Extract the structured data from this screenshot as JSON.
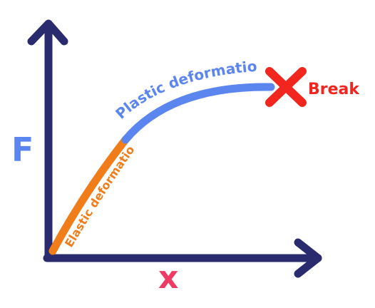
{
  "axes": {
    "y_label": "F",
    "x_label": "x"
  },
  "labels": {
    "elastic": "Elastic deformation",
    "plastic": "Plastic deformation",
    "break": "Break"
  },
  "colors": {
    "axis": "#2a2a6e",
    "elastic": "#f07d1a",
    "plastic": "#5b86f0",
    "break": "#f0261f",
    "x_label": "#ee3b63",
    "y_label": "#5b86f0"
  }
}
